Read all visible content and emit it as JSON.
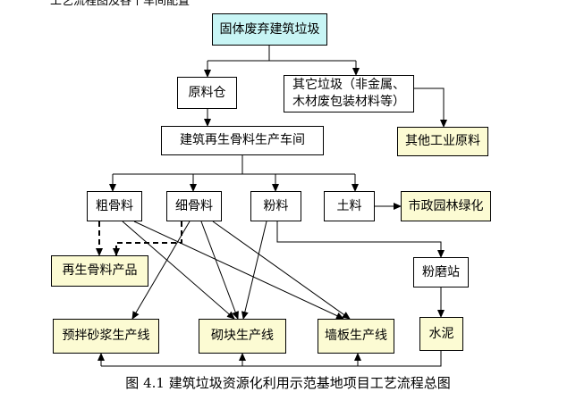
{
  "top_fragment": "工艺流程图及各个车间配置",
  "nodes": {
    "source": "固体废弃建筑垃圾",
    "raw_warehouse": "原料仓",
    "other_waste_line1": "其它垃圾（非金属、",
    "other_waste_line2": "木材废包装材料等）",
    "other_industrial": "其他工业原料",
    "workshop": "建筑再生骨料生产车间",
    "coarse": "粗骨料",
    "fine": "细骨料",
    "powder": "粉料",
    "soil": "土料",
    "greening": "市政园林绿化",
    "recycled_product": "再生骨料产品",
    "grinding": "粉磨站",
    "mortar_line": "预拌砂浆生产线",
    "block_line": "砌块生产线",
    "wallboard_line": "墙板生产线",
    "cement": "水泥"
  },
  "caption": "图 4.1 建筑垃圾资源化利用示范基地项目工艺流程总图"
}
